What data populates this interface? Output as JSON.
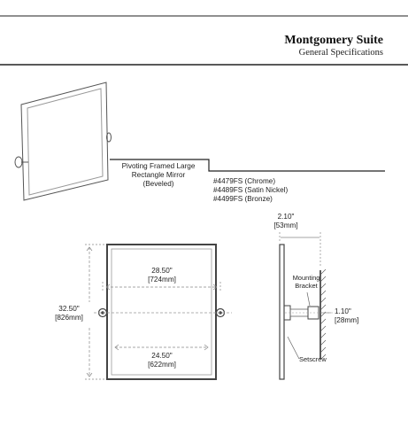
{
  "header": {
    "title": "Montgomery Suite",
    "subtitle": "General Specifications"
  },
  "product": {
    "name_line1": "Pivoting Framed Large",
    "name_line2": "Rectangle Mirror",
    "name_line3": "(Beveled)",
    "models": [
      "#4479FS (Chrome)",
      "#4489FS (Satin Nickel)",
      "#4499FS (Bronze)"
    ]
  },
  "dimensions": {
    "depth_in": "2.10\"",
    "depth_mm": "[53mm]",
    "top_width_in": "28.50\"",
    "top_width_mm": "[724mm]",
    "height_in": "32.50\"",
    "height_mm": "[826mm]",
    "bottom_width_in": "24.50\"",
    "bottom_width_mm": "[622mm]",
    "bracket_in": "1.10\"",
    "bracket_mm": "[28mm]"
  },
  "callouts": {
    "mounting_line1": "Mounting",
    "mounting_line2": "Bracket",
    "setscrew": "Setscrew"
  }
}
